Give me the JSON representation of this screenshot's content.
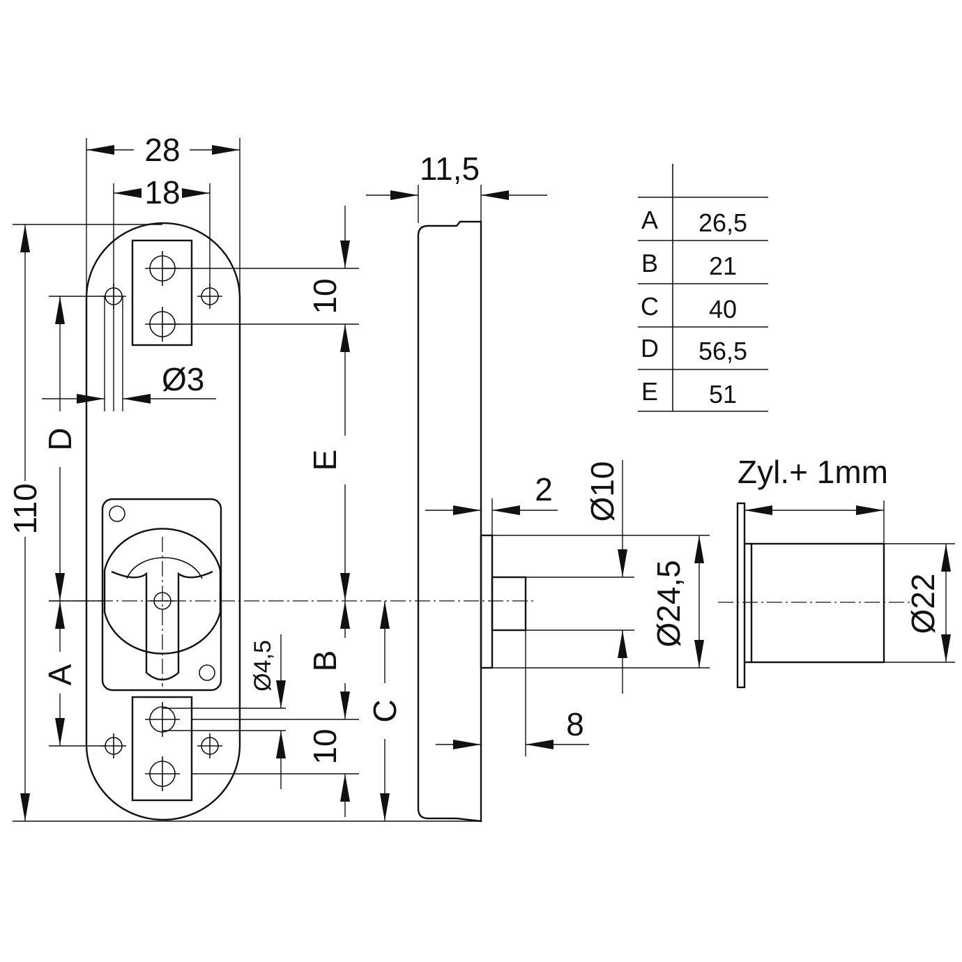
{
  "dimensions": {
    "plate_width": "28",
    "hole_spacing": "18",
    "top_hole_pitch": "10",
    "bottom_hole_pitch": "10",
    "screw_hole_dia": "Ø3",
    "small_hole_dia": "Ø4,5",
    "overall_height": "110",
    "plate_depth": "11,5",
    "collar_thickness": "2",
    "cam_depth": "8",
    "inner_dia": "Ø10",
    "outer_dia": "Ø24,5",
    "cylinder_dia": "Ø22",
    "cylinder_length_note": "Zyl.+ 1mm"
  },
  "letters": {
    "a": "A",
    "b": "B",
    "c": "C",
    "d": "D",
    "e": "E"
  },
  "table": {
    "rows": [
      {
        "key": "A",
        "value": "26,5"
      },
      {
        "key": "B",
        "value": "21"
      },
      {
        "key": "C",
        "value": "40"
      },
      {
        "key": "D",
        "value": "56,5"
      },
      {
        "key": "E",
        "value": "51"
      }
    ]
  }
}
